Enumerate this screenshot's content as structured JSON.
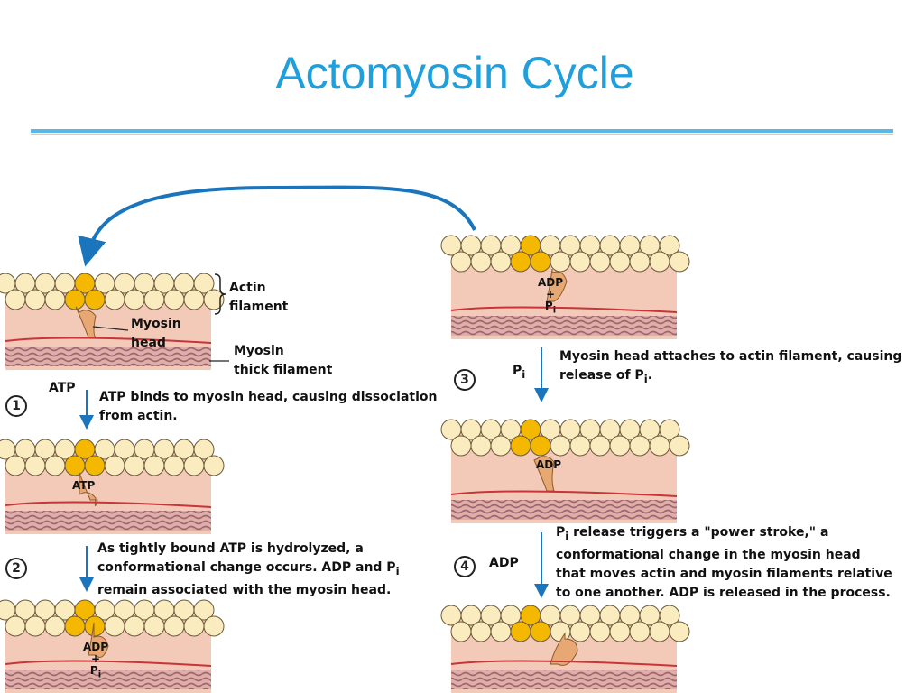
{
  "title": "Actomyosin Cycle",
  "labels": {
    "actin_filament": [
      "Actin",
      "filament"
    ],
    "myosin_head": [
      "Myosin",
      "head"
    ],
    "myosin_thick": [
      "Myosin",
      "thick filament"
    ],
    "atp_tag": "ATP",
    "atp_in_panel": "ATP",
    "adp_tag": "ADP",
    "pi_tag": "P",
    "pi_sub": "i",
    "adp_plus_pi": [
      "ADP",
      "+",
      "P",
      "i"
    ],
    "adp_in_panel": "ADP"
  },
  "steps": [
    {
      "number": "1",
      "lines": [
        "ATP binds to myosin head, causing dissociation",
        "from actin."
      ]
    },
    {
      "number": "2",
      "lines": [
        "As tightly bound ATP is hydrolyzed, a",
        "conformational change occurs.  ADP and P",
        "remain associated with the myosin head."
      ],
      "sub": "i"
    },
    {
      "number": "3",
      "lines": [
        "Myosin head attaches to actin filament, causing",
        "release of P",
        "."
      ],
      "sub": "i"
    },
    {
      "number": "4",
      "lines": [
        "P",
        " release triggers a \"power stroke,\" a",
        "conformational change in the myosin head",
        "that moves actin and myosin filaments relative",
        "to one another. ADP is released in the process."
      ],
      "sub": "i"
    }
  ],
  "colors": {
    "title": "#1fa0dc",
    "rule": "#5ab8e6",
    "arrow": "#1b75bc",
    "actin_bead": "#fbecc0",
    "actin_bead_hi": "#f5b800",
    "panel_bg": "#f3c9b8",
    "thick": "#b77b86",
    "head": "#e7a873"
  }
}
